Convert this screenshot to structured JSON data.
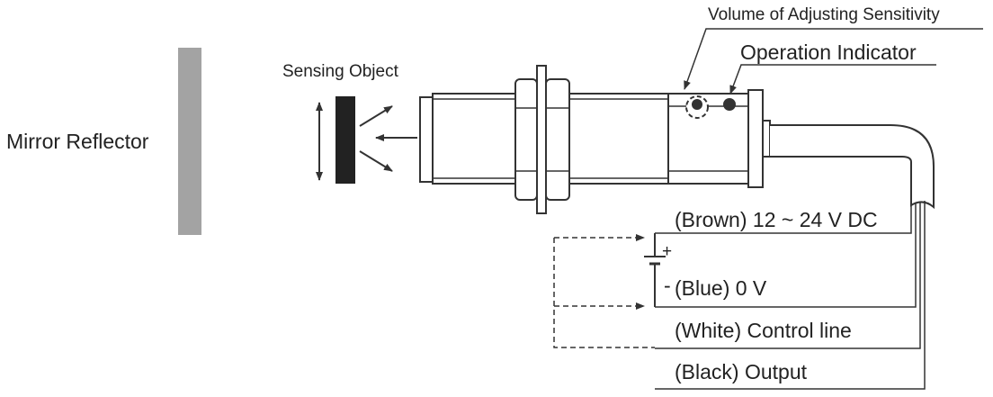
{
  "labels": {
    "mirror_reflector": "Mirror Reflector",
    "sensing_object": "Sensing Object",
    "volume": "Volume of Adjusting Sensitivity",
    "operation_indicator": "Operation Indicator",
    "brown": "(Brown) 12 ~ 24 V DC",
    "blue": "(Blue) 0 V",
    "white": "(White) Control line",
    "black": "(Black) Output",
    "plus": "+",
    "minus": "-"
  },
  "colors": {
    "reflector": "#a3a3a3",
    "object": "#222222",
    "line": "#333333"
  }
}
